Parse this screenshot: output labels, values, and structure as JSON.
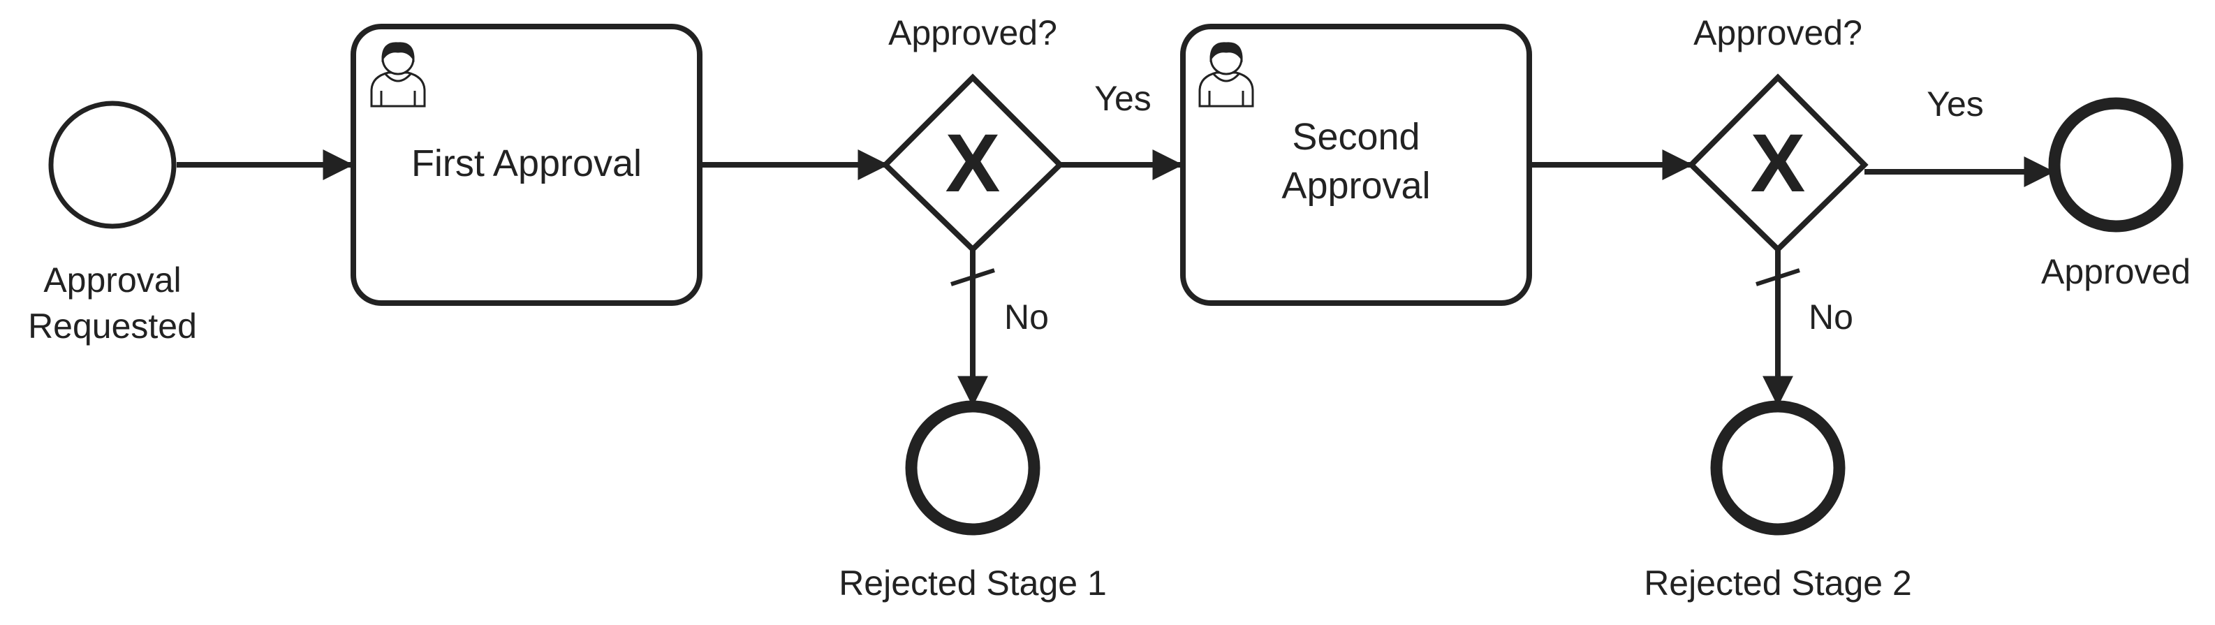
{
  "diagram": {
    "colors": {
      "stroke": "#222222",
      "fill": "#ffffff",
      "text": "#222222"
    },
    "start_event": {
      "label_line1": "Approval",
      "label_line2": "Requested"
    },
    "task1": {
      "label": "First Approval",
      "icon": "user-icon"
    },
    "gateway1": {
      "label": "Approved?",
      "marker": "X"
    },
    "gateway1_yes": "Yes",
    "gateway1_no": "No",
    "end_rejected1": {
      "label": "Rejected Stage 1"
    },
    "task2": {
      "label_line1": "Second",
      "label_line2": "Approval",
      "icon": "user-icon"
    },
    "gateway2": {
      "label": "Approved?",
      "marker": "X"
    },
    "gateway2_yes": "Yes",
    "gateway2_no": "No",
    "end_rejected2": {
      "label": "Rejected Stage 2"
    },
    "end_approved": {
      "label": "Approved"
    }
  }
}
